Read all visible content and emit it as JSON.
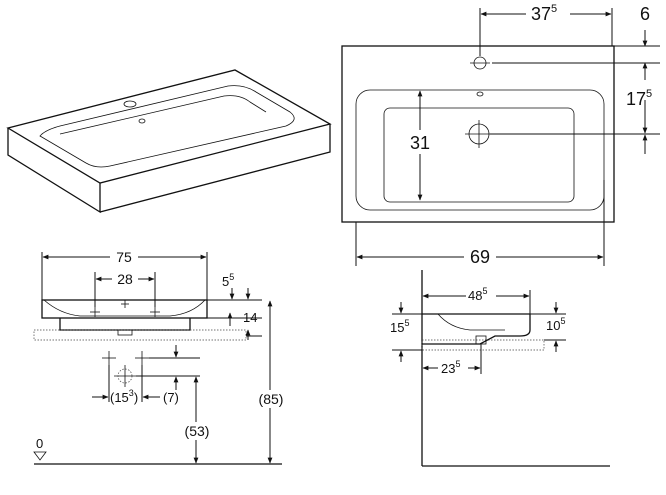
{
  "top_view": {
    "width_label": "69",
    "tap_offset_main": "37",
    "tap_offset_sup": "5",
    "edge_offset_label": "6",
    "drain_offset_main": "17",
    "drain_offset_sup": "5",
    "bowl_depth_label": "31"
  },
  "front_view": {
    "overall_width_label": "75",
    "inner_width_label": "28",
    "rim_main": "5",
    "rim_sup": "5",
    "height_label": "14",
    "drain_spacing_main": "(15",
    "drain_spacing_sup": "3",
    "drain_spacing_end": ")",
    "drain_offset_label": "(7)",
    "drain_height_label": "(53)",
    "total_height_label": "(85)",
    "floor_label": "0"
  },
  "side_view": {
    "depth_main": "48",
    "depth_sup": "5",
    "height_main": "15",
    "height_sup": "5",
    "bowl_main": "10",
    "bowl_sup": "5",
    "drain_main": "23",
    "drain_sup": "5"
  }
}
